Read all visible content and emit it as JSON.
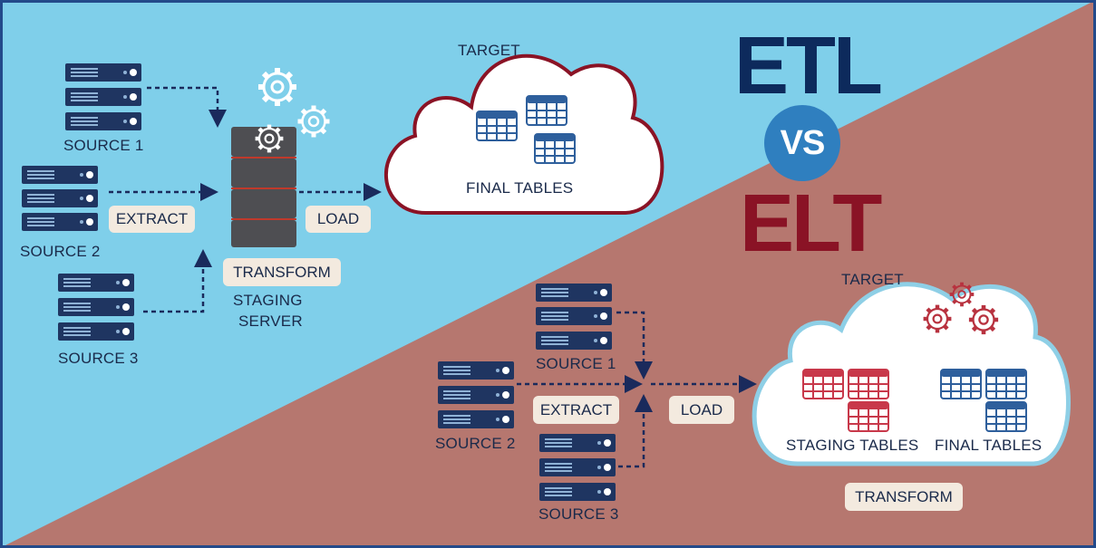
{
  "title": {
    "etl": "ETL",
    "vs": "VS",
    "elt": "ELT"
  },
  "colors": {
    "etl_bg": "#7fcfea",
    "elt_bg": "#b6776f",
    "navy": "#0d2a5c",
    "maroon": "#8a1325",
    "vs_circle": "#2f7fbf",
    "pill": "#f3eadf"
  },
  "etl": {
    "sources": [
      "SOURCE 1",
      "SOURCE 2",
      "SOURCE 3"
    ],
    "extract": "EXTRACT",
    "load": "LOAD",
    "transform": "TRANSFORM",
    "staging_server": [
      "STAGING",
      "SERVER"
    ],
    "target": "TARGET",
    "final_tables": "FINAL TABLES"
  },
  "elt": {
    "sources": [
      "SOURCE 1",
      "SOURCE 2",
      "SOURCE 3"
    ],
    "extract": "EXTRACT",
    "load": "LOAD",
    "target": "TARGET",
    "staging_tables": "STAGING TABLES",
    "final_tables": "FINAL TABLES",
    "transform": "TRANSFORM"
  },
  "icons": {
    "server": "server-rack-icon",
    "gear": "gear-icon",
    "table": "table-grid-icon",
    "cloud": "cloud-icon"
  }
}
